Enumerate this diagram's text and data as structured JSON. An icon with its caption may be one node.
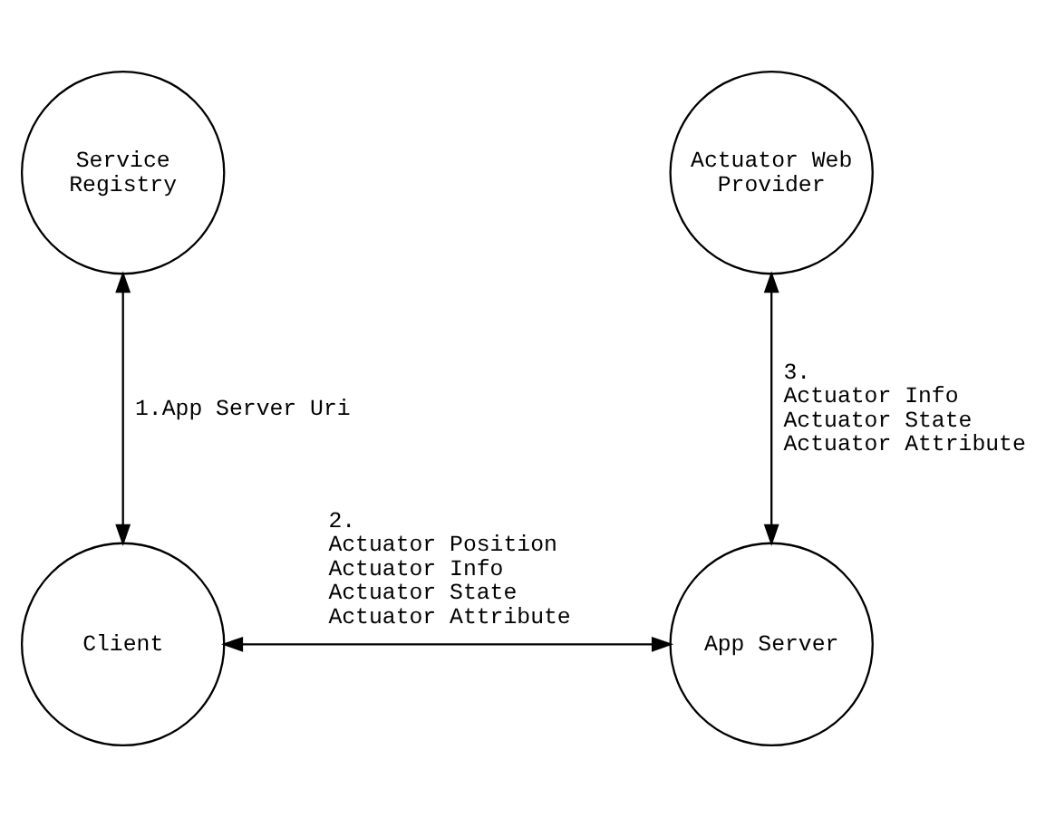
{
  "diagram": {
    "nodes": [
      {
        "text": [
          "Service Registry"
        ]
      },
      {
        "text": [
          "Actuator Web Provider"
        ]
      },
      {
        "text": [
          "Client"
        ]
      },
      {
        "text": [
          "App Server"
        ]
      }
    ],
    "edges": [
      {
        "from": 0,
        "to": 2,
        "arrow": "both",
        "label": "1.App Server Uri"
      },
      {
        "from": 2,
        "to": 3,
        "arrow": "both",
        "label": "2. Actuator Position Actuator Info Actuator State Actuator Attribute"
      },
      {
        "from": 1,
        "to": 3,
        "arrow": "both",
        "label": "3. Actuator Info Actuator State Actuator Attribute"
      }
    ]
  }
}
